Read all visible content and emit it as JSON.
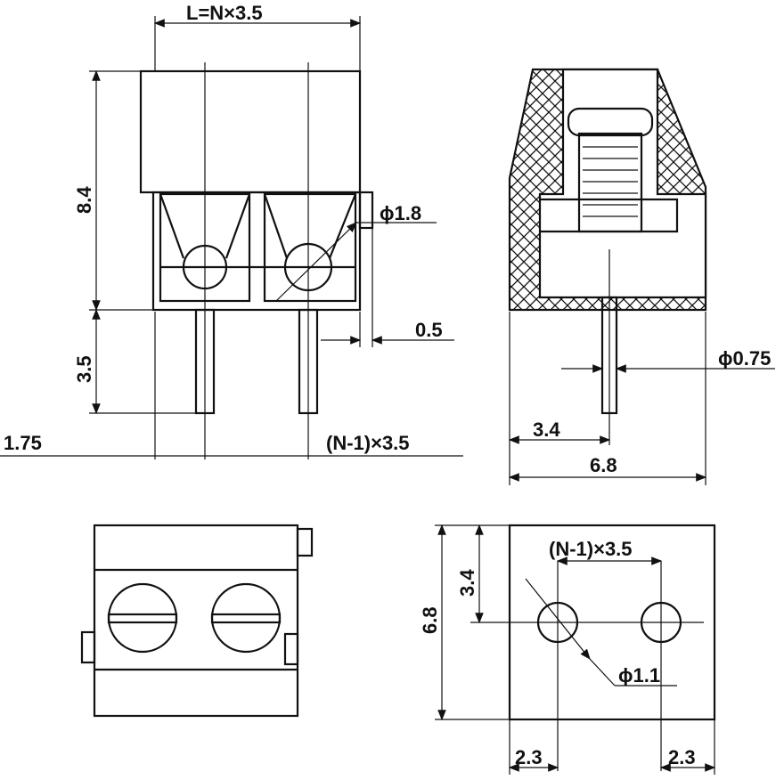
{
  "labels": {
    "front_width": "L=N×3.5",
    "body_height": "8.4",
    "hole_diameter": "ϕ1.8",
    "offset": "0.5",
    "pin_length": "3.5",
    "edge_offset": "1.75",
    "pitch_front": "(N-1)×3.5",
    "pin_diameter": "ϕ0.75",
    "side_pin_offset": "3.4",
    "side_depth": "6.8",
    "pitch_bottom": "(N-1)×3.5",
    "bottom_pin_offset": "3.4",
    "bottom_depth": "6.8",
    "bottom_hole_diameter": "ϕ1.1",
    "bottom_left_margin": "2.3",
    "bottom_right_margin": "2.3"
  }
}
